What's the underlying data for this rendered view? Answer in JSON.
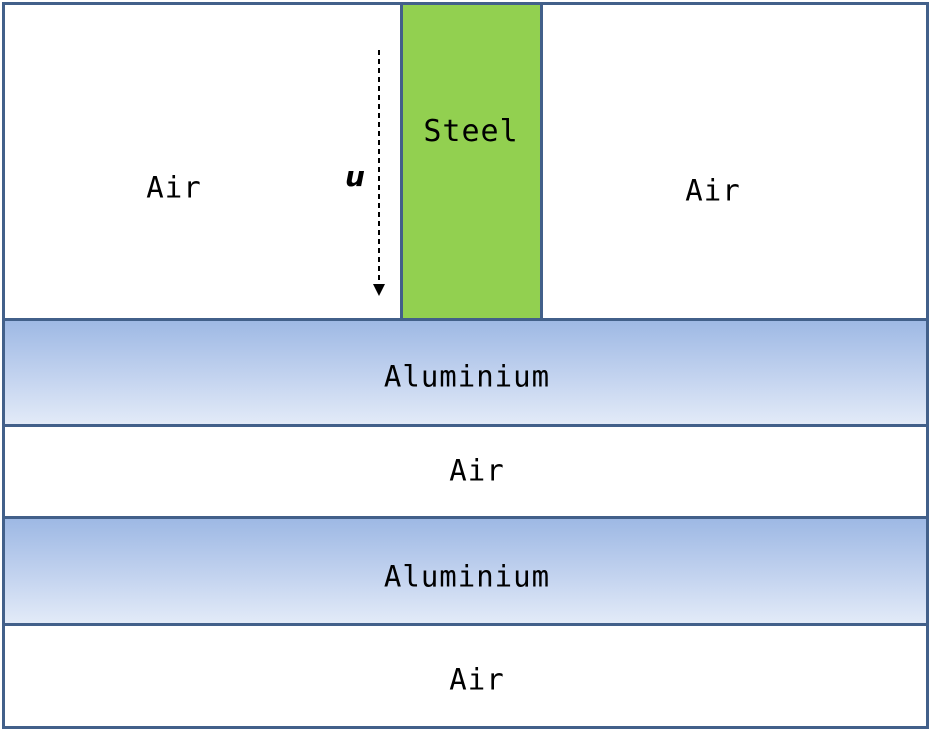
{
  "diagram": {
    "regions": {
      "upper_left_air": {
        "label": "Air"
      },
      "steel_block": {
        "label": "Steel",
        "fill": "#92d050"
      },
      "upper_right_air": {
        "label": "Air"
      },
      "aluminium_layer_1": {
        "label": "Aluminium",
        "fill_top": "#9db8e4",
        "fill_bottom": "#e3ebf8"
      },
      "middle_air": {
        "label": "Air"
      },
      "aluminium_layer_2": {
        "label": "Aluminium",
        "fill_top": "#9db8e4",
        "fill_bottom": "#e3ebf8"
      },
      "bottom_air": {
        "label": "Air"
      }
    },
    "motion": {
      "symbol": "u",
      "direction": "down",
      "arrow_style": "dashed"
    },
    "colors": {
      "border": "#42608a",
      "steel": "#92d050",
      "aluminium": "#9db8e4"
    }
  }
}
